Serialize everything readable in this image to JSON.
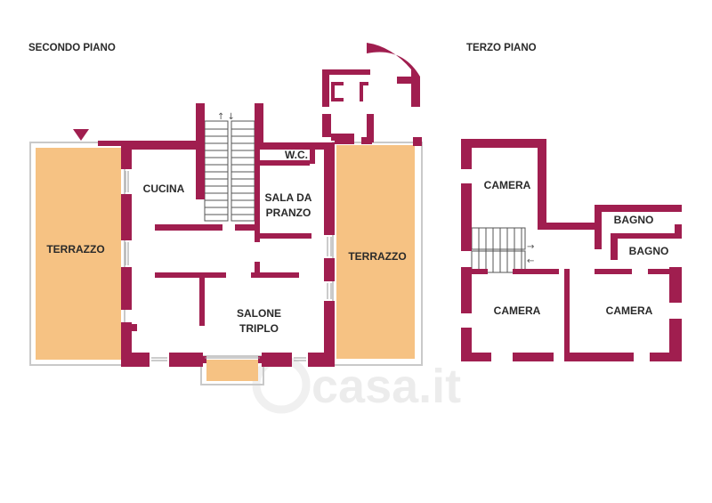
{
  "colors": {
    "wall": "#a01e4f",
    "terrace": "#f6c283",
    "outline": "#c9c9c9",
    "text": "#2a2a2a"
  },
  "floors": {
    "second": {
      "title": "SECONDO PIANO",
      "rooms": {
        "terrazzo_left": "TERRAZZO",
        "cucina": "CUCINA",
        "sala_line1": "SALA DA",
        "sala_line2": "PRANZO",
        "wc": "W.C.",
        "salone_line1": "SALONE",
        "salone_line2": "TRIPLO",
        "terrazzo_right": "TERRAZZO"
      },
      "stair_arrows": "↑ ↓"
    },
    "third": {
      "title": "TERZO PIANO",
      "rooms": {
        "camera_top": "CAMERA",
        "bagno_top": "BAGNO",
        "bagno_bottom": "BAGNO",
        "camera_left": "CAMERA",
        "camera_right": "CAMERA"
      },
      "arrow_right": "→",
      "arrow_left": "←"
    }
  },
  "watermark": "casa.it"
}
